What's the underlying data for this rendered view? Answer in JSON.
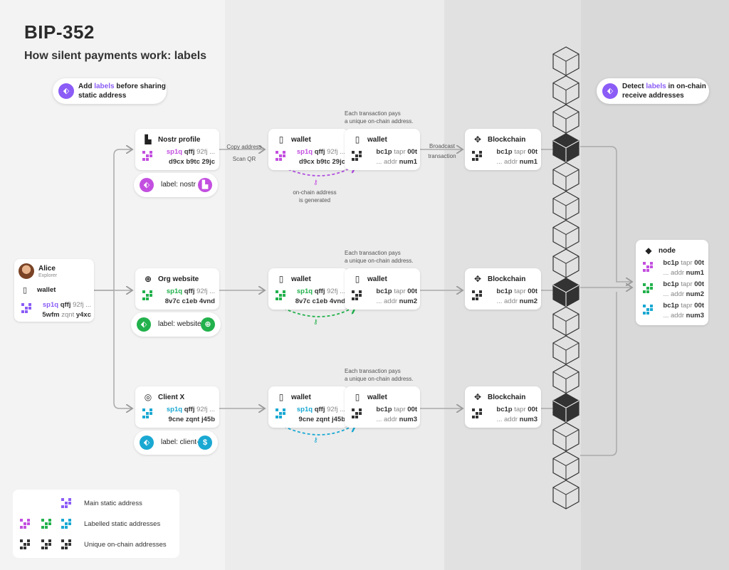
{
  "title": "BIP-352",
  "subtitle": "How silent payments work: labels",
  "colors": {
    "main": "#8b5cf6",
    "nostr": "#c34fe0",
    "website": "#22b14c",
    "clientx": "#19a8d2",
    "unique": "#333333",
    "block": "#333333"
  },
  "callout_left": {
    "pre": "Add ",
    "hl": "labels",
    "post": " before sharing",
    "line2": "static address"
  },
  "callout_right": {
    "pre": "Detect ",
    "hl": "labels",
    "post": " in on-chain",
    "line2": "receive addresses"
  },
  "alice": {
    "name": "Alice",
    "role": "Explorer",
    "wallet": "wallet",
    "a1": "sp1q",
    "a2": "qffj",
    "a3": "92fj ...",
    "b1": "5wfm",
    "b2": "zqnt",
    "b3": "y4xc"
  },
  "rows": [
    {
      "source": {
        "title": "Nostr profile",
        "icon": "nostr-icon",
        "a1": "sp1q",
        "a2": "qffj",
        "a3": "92fj ...",
        "b": "d9cx b9tc 29jc"
      },
      "pill": {
        "label": "label: nostr",
        "glyph": "▙"
      },
      "wallet1": {
        "title": "wallet",
        "a1": "sp1q",
        "a2": "qffj",
        "a3": "92fj ...",
        "b": "d9cx b9tc 29jc"
      },
      "wallet2": {
        "title": "wallet",
        "a1": "bc1p",
        "a2": "tapr",
        "a3": "00t",
        "b1": "...",
        "b2": "addr",
        "b3": "num1"
      },
      "chain": {
        "title": "Blockchain",
        "a1": "bc1p",
        "a2": "tapr",
        "a3": "00t",
        "b1": "...",
        "b2": "addr",
        "b3": "num1"
      },
      "note_top": [
        "Each transaction pays",
        "a unique on-chain address."
      ],
      "copy_top": "Copy address",
      "copy_bottom": "Scan QR",
      "broadcast_top": "Broadcast",
      "broadcast_bottom": "transaction",
      "gen_note": [
        "on-chain address",
        "is generated"
      ]
    },
    {
      "source": {
        "title": "Org website",
        "icon": "globe-icon",
        "a1": "sp1q",
        "a2": "qffj",
        "a3": "92fj ...",
        "b": "8v7c c1eb 4vnd"
      },
      "pill": {
        "label": "label: website",
        "glyph": "⊕"
      },
      "wallet1": {
        "title": "wallet",
        "a1": "sp1q",
        "a2": "qffj",
        "a3": "92fj ...",
        "b": "8v7c c1eb 4vnd"
      },
      "wallet2": {
        "title": "wallet",
        "a1": "bc1p",
        "a2": "tapr",
        "a3": "00t",
        "b1": "...",
        "b2": "addr",
        "b3": "num2"
      },
      "chain": {
        "title": "Blockchain",
        "a1": "bc1p",
        "a2": "tapr",
        "a3": "00t",
        "b1": "...",
        "b2": "addr",
        "b3": "num2"
      },
      "note_top": [
        "Each transaction pays",
        "a unique on-chain address."
      ]
    },
    {
      "source": {
        "title": "Client X",
        "icon": "client-icon",
        "a1": "sp1q",
        "a2": "qffj",
        "a3": "92fj ...",
        "b": "9cne zqnt j45b"
      },
      "pill": {
        "label": "label: client-x",
        "glyph": "$"
      },
      "wallet1": {
        "title": "wallet",
        "a1": "sp1q",
        "a2": "qffj",
        "a3": "92fj ...",
        "b": "9cne zqnt j45b"
      },
      "wallet2": {
        "title": "wallet",
        "a1": "bc1p",
        "a2": "tapr",
        "a3": "00t",
        "b1": "...",
        "b2": "addr",
        "b3": "num3"
      },
      "chain": {
        "title": "Blockchain",
        "a1": "bc1p",
        "a2": "tapr",
        "a3": "00t",
        "b1": "...",
        "b2": "addr",
        "b3": "num3"
      },
      "note_top": [
        "Each transaction pays",
        "a unique on-chain address."
      ]
    }
  ],
  "node": {
    "title": "node",
    "entries": [
      {
        "a1": "bc1p",
        "a2": "tapr",
        "a3": "00t",
        "b1": "...",
        "b2": "addr",
        "b3": "num1"
      },
      {
        "a1": "bc1p",
        "a2": "tapr",
        "a3": "00t",
        "b1": "...",
        "b2": "addr",
        "b3": "num2"
      },
      {
        "a1": "bc1p",
        "a2": "tapr",
        "a3": "00t",
        "b1": "...",
        "b2": "addr",
        "b3": "num3"
      }
    ]
  },
  "legend": {
    "main": "Main static address",
    "labelled": "Labelled static addresses",
    "unique": "Unique on-chain addresses"
  }
}
